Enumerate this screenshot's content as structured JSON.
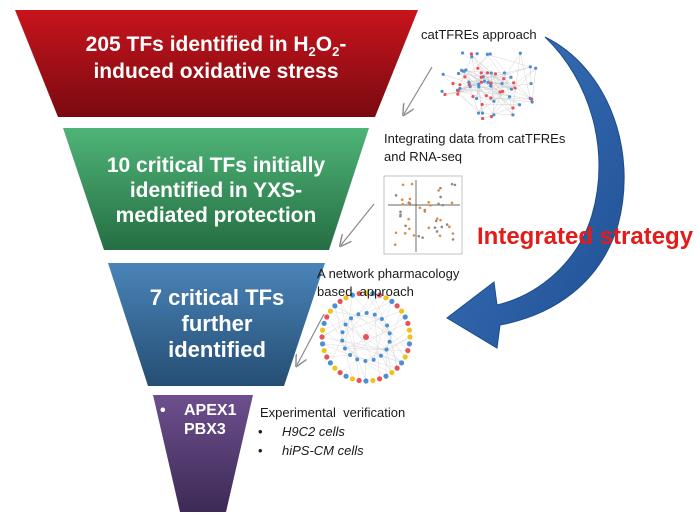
{
  "stages": [
    {
      "id": "stage1",
      "line1": "205 TFs identified in H",
      "sub1": "2",
      "o_text": "O",
      "sub2": "2",
      "dash": "-",
      "line2": "induced oxidative stress",
      "color_top": "#c8141c",
      "color_bottom": "#7a0a10"
    },
    {
      "id": "stage2",
      "lines": [
        "10 critical TFs initially",
        "identified in YXS-",
        "mediated protection"
      ],
      "color_top": "#4fb477",
      "color_bottom": "#256e43"
    },
    {
      "id": "stage3",
      "lines": [
        "7 critical TFs",
        "further",
        "identified"
      ],
      "color_top": "#4a84b8",
      "color_bottom": "#254e74"
    },
    {
      "id": "stage4",
      "bullet": "•",
      "lines": [
        "APEX1",
        "PBX3"
      ],
      "color_top": "#6d4f8e",
      "color_bottom": "#3d2a55"
    }
  ],
  "side_labels": {
    "catTFREs": "catTFREs approach",
    "integrating": [
      "Integrating data from catTFREs",
      "and RNA-seq"
    ],
    "network": [
      "A network pharmacology",
      "based  approach"
    ],
    "experimental": "Experimental  verification",
    "bullets": [
      "H9C2 cells",
      "hiPS-CM cells"
    ],
    "bullet_char": "•"
  },
  "integrated_strategy": "Integrated strategy",
  "colors": {
    "arrow_blue": "#2e62a8",
    "red_text": "#e31b1b",
    "node_red": "#e8505a",
    "node_blue": "#4d8fd1",
    "node_yellow": "#f2c21b",
    "thin_arrow": "#8a8a8a"
  }
}
